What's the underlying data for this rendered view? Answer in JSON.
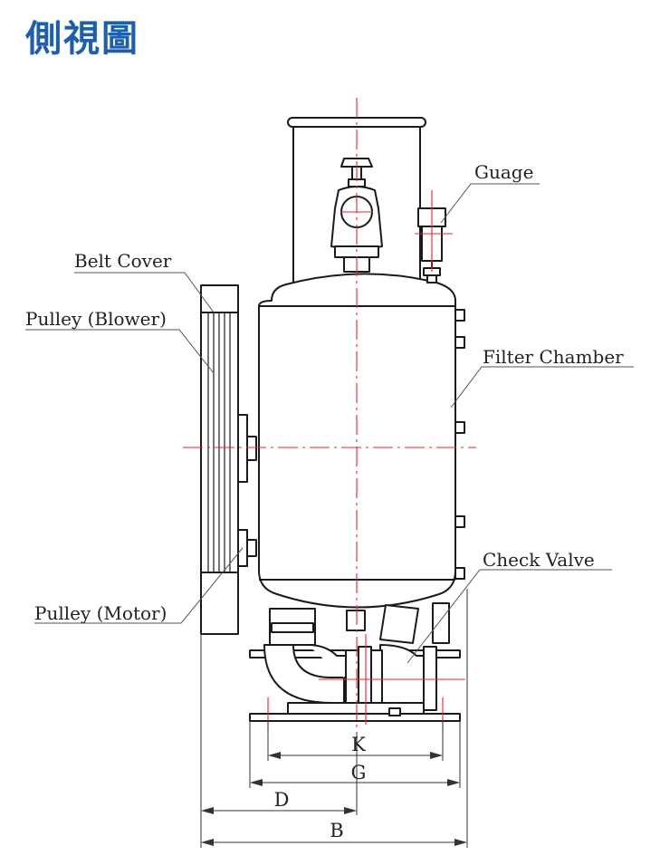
{
  "title": "側視圖",
  "labels": {
    "gauge": "Guage",
    "belt_cover": "Belt Cover",
    "pulley_blower": "Pulley (Blower)",
    "filter_chamber": "Filter Chamber",
    "check_valve": "Check Valve",
    "pulley_motor": "Pulley (Motor)"
  },
  "dimensions": {
    "k": "K",
    "g": "G",
    "d": "D",
    "b": "B"
  },
  "colors": {
    "title": "#1b5fae",
    "center_line": "#e8242a",
    "outline": "#1a1a1a"
  }
}
